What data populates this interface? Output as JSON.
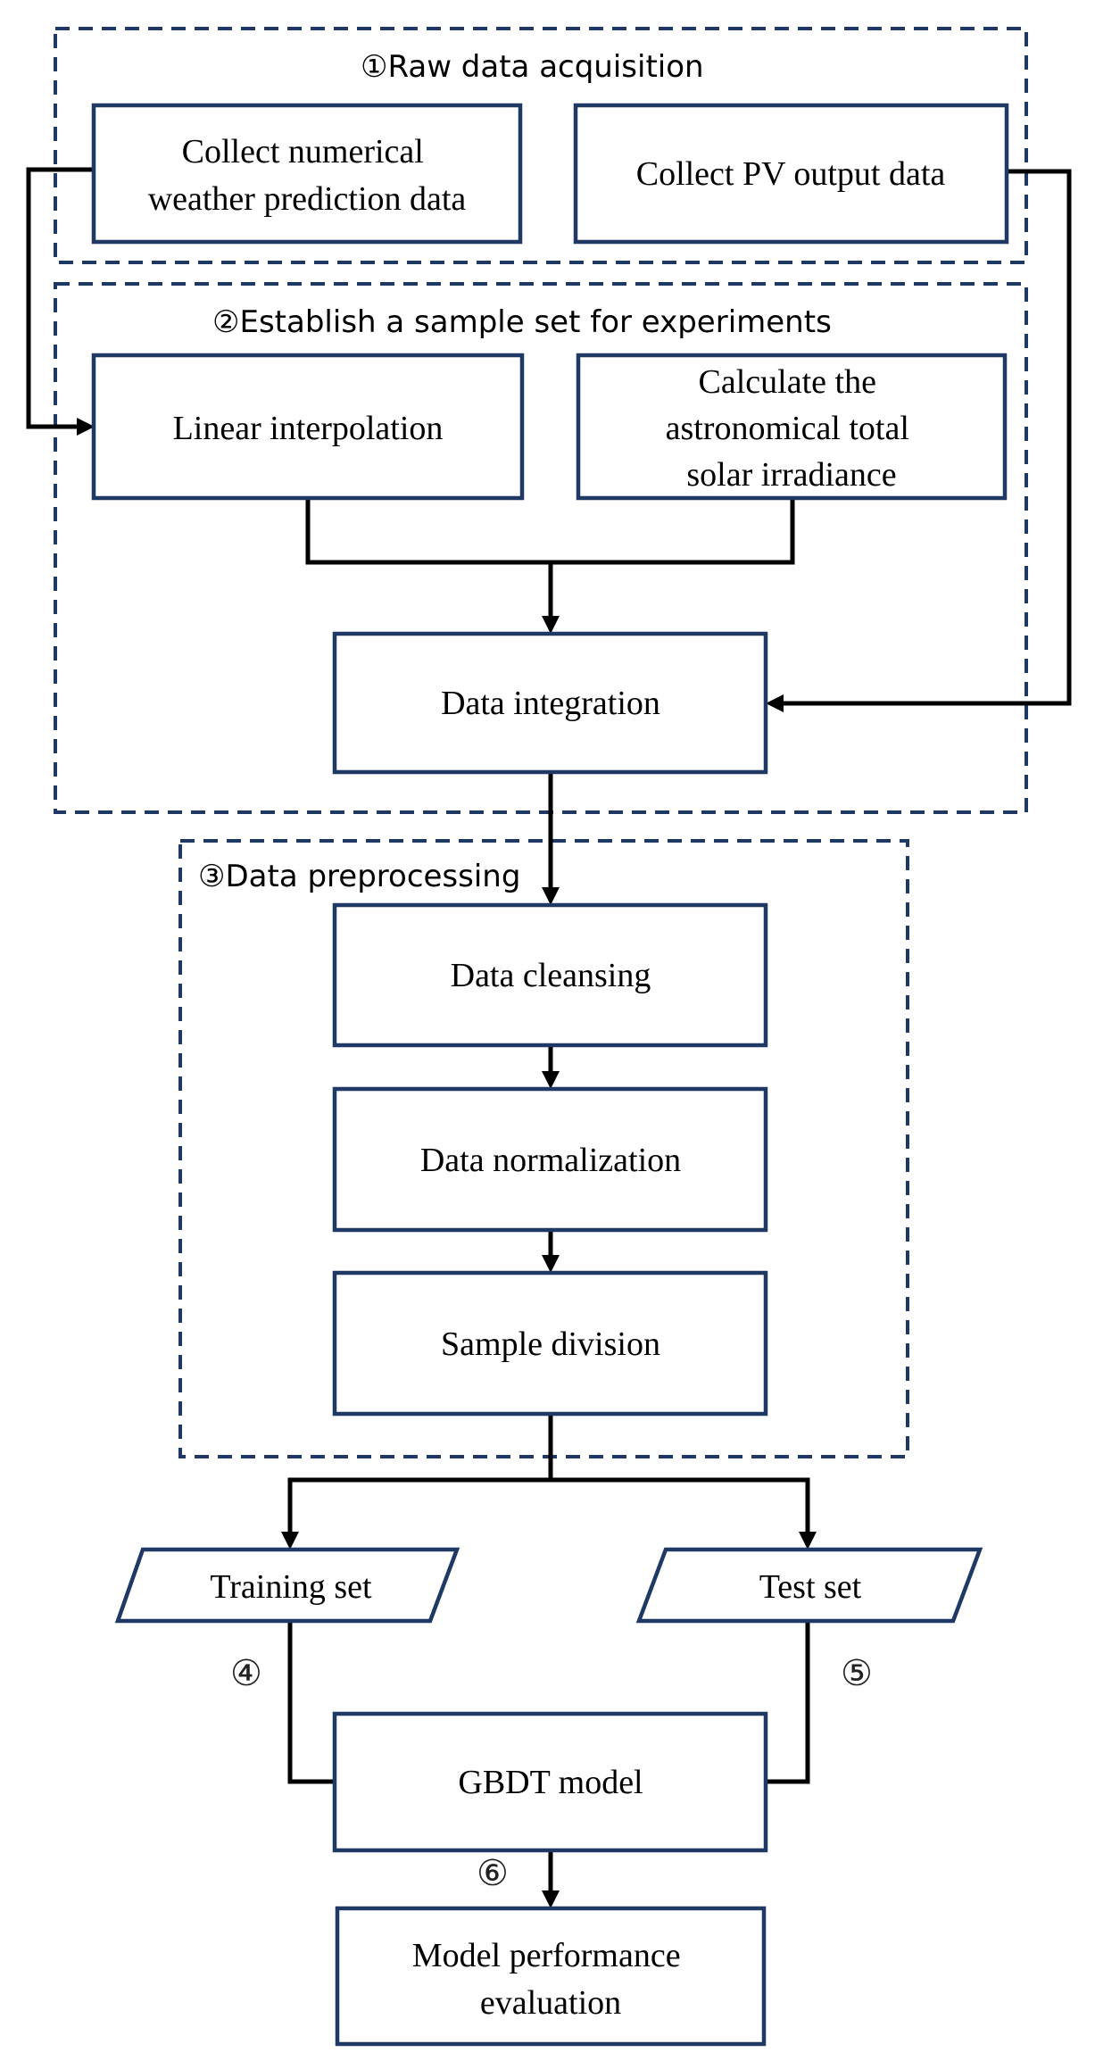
{
  "sections": {
    "raw": "①Raw data acquisition",
    "sample_set": "②Establish a sample set for experiments",
    "preprocess": "③Data preprocessing"
  },
  "boxes": {
    "collect_nwp": [
      "Collect numerical",
      "weather prediction data"
    ],
    "collect_pv": "Collect PV output data",
    "linear_interp": "Linear interpolation",
    "astro": [
      "Calculate the",
      "astronomical total",
      "solar irradiance"
    ],
    "integration": "Data integration",
    "cleansing": "Data cleansing",
    "normalization": "Data normalization",
    "division": "Sample division",
    "training": "Training set",
    "test": "Test set",
    "gbdt": "GBDT model",
    "evaluation": [
      "Model performance",
      "evaluation"
    ]
  },
  "step_labels": {
    "four": "④",
    "five": "⑤",
    "six": "⑥"
  }
}
